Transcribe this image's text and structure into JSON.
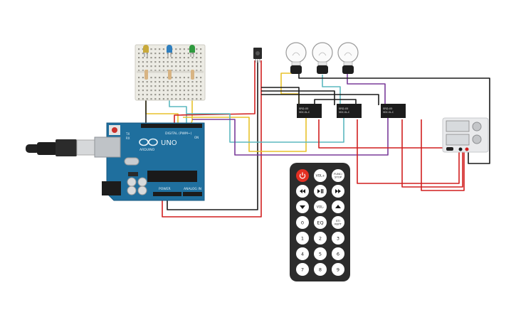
{
  "arduino": {
    "brand": "ARDUINO",
    "model": "UNO",
    "digital_label": "DIGITAL (PWM~)",
    "power_label": "POWER",
    "analog_label": "ANALOG IN",
    "tx_label": "TX",
    "rx_label": "RX",
    "on_label": "ON"
  },
  "relays": [
    {
      "line1": "SRD-05",
      "line2": "VDC-SL-C"
    },
    {
      "line1": "SRD-05",
      "line2": "VDC-SL-C"
    },
    {
      "line1": "SRD-05",
      "line2": "VDC-SL-C"
    }
  ],
  "leds": [
    {
      "color": "#c8a93a",
      "name": "yellow"
    },
    {
      "color": "#2f7fbf",
      "name": "blue"
    },
    {
      "color": "#2f9a3f",
      "name": "green"
    }
  ],
  "wire_colors": {
    "red": "#d11f1f",
    "black": "#1a1a1a",
    "yellow": "#e8c22b",
    "teal": "#5cb8bf",
    "purple": "#7a3b9a"
  },
  "remote": {
    "buttons": [
      {
        "label": "",
        "icon": "power-icon"
      },
      {
        "label": "VOL+"
      },
      {
        "label": "FUNC/\nSTOP"
      },
      {
        "label": "",
        "icon": "rewind-icon"
      },
      {
        "label": "",
        "icon": "play-pause-icon"
      },
      {
        "label": "",
        "icon": "fast-forward-icon"
      },
      {
        "label": "",
        "icon": "down-icon"
      },
      {
        "label": "VOL-"
      },
      {
        "label": "",
        "icon": "up-icon"
      },
      {
        "label": "0"
      },
      {
        "label": "EQ"
      },
      {
        "label": "ST/\nREPT"
      },
      {
        "label": "1"
      },
      {
        "label": "2"
      },
      {
        "label": "3"
      },
      {
        "label": "4"
      },
      {
        "label": "5"
      },
      {
        "label": "6"
      },
      {
        "label": "7"
      },
      {
        "label": "8"
      },
      {
        "label": "9"
      }
    ]
  }
}
